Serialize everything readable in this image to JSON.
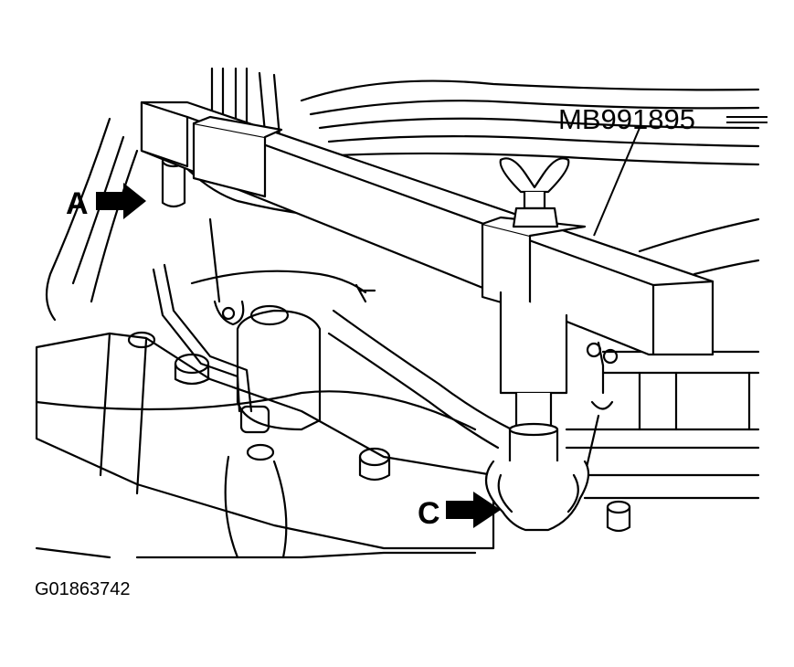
{
  "figure": {
    "tool_label": "MB991895",
    "callout_a": "A",
    "callout_c": "C",
    "figure_id": "G01863742"
  }
}
